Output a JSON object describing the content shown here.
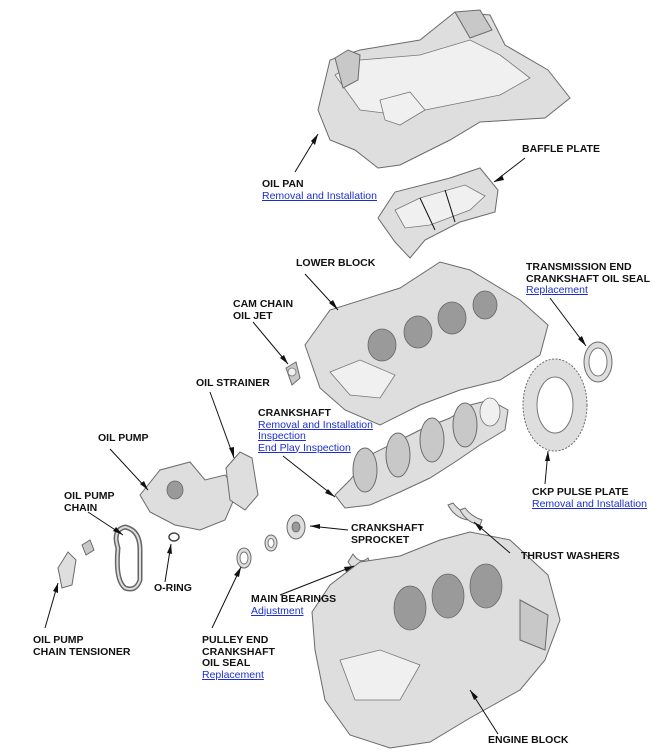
{
  "labels": {
    "oil_pan": {
      "title": "OIL PAN",
      "links": [
        "Removal and Installation"
      ]
    },
    "baffle_plate": {
      "title": "BAFFLE PLATE"
    },
    "lower_block": {
      "title": "LOWER BLOCK"
    },
    "trans_seal": {
      "title1": "TRANSMISSION END",
      "title2": "CRANKSHAFT OIL SEAL",
      "links": [
        "Replacement"
      ]
    },
    "cam_jet": {
      "title1": "CAM CHAIN",
      "title2": "OIL JET"
    },
    "oil_strainer": {
      "title": "OIL STRAINER"
    },
    "crankshaft": {
      "title": "CRANKSHAFT",
      "links": [
        "Removal and Installation",
        "Inspection",
        "End Play Inspection"
      ]
    },
    "oil_pump": {
      "title": "OIL PUMP"
    },
    "oil_pump_chain": {
      "title1": "OIL PUMP",
      "title2": "CHAIN"
    },
    "ckp_plate": {
      "title": "CKP PULSE PLATE",
      "links": [
        "Removal and Installation"
      ]
    },
    "crank_sprocket": {
      "title1": "CRANKSHAFT",
      "title2": "SPROCKET"
    },
    "thrust_washers": {
      "title": "THRUST WASHERS"
    },
    "o_ring": {
      "title": "O-RING"
    },
    "main_bearings": {
      "title": "MAIN BEARINGS",
      "links": [
        "Adjustment"
      ]
    },
    "tensioner": {
      "title1": "OIL PUMP",
      "title2": "CHAIN TENSIONER"
    },
    "pulley_seal": {
      "title1": "PULLEY END",
      "title2": "CRANKSHAFT",
      "title3": "OIL SEAL",
      "links": [
        "Replacement"
      ]
    },
    "engine_block": {
      "title": "ENGINE BLOCK"
    }
  },
  "colors": {
    "link": "#1c2fd0",
    "text": "#111111"
  }
}
